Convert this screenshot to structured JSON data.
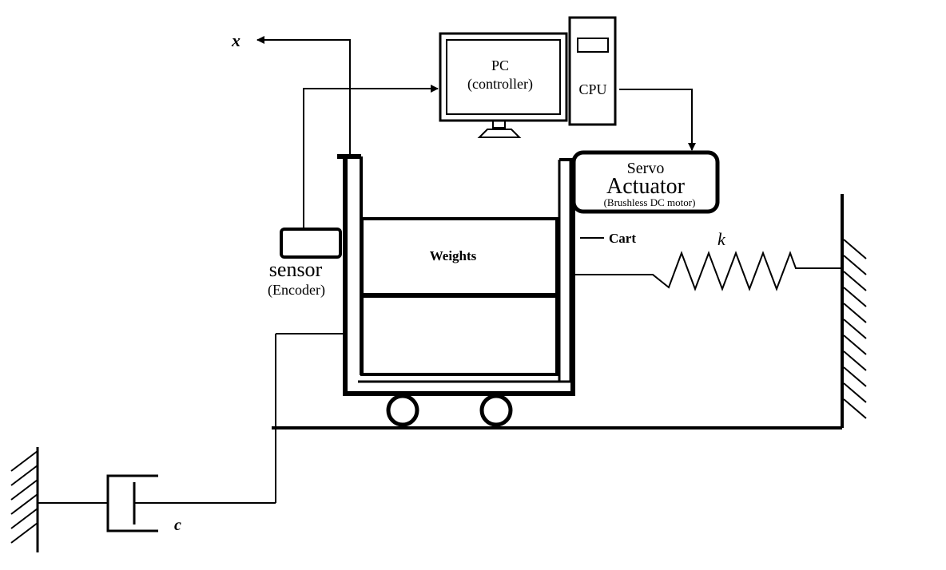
{
  "labels": {
    "x_axis": "x",
    "pc_line1": "PC",
    "pc_line2": "(controller)",
    "cpu": "CPU",
    "servo_line1": "Servo",
    "servo_line2": "Actuator",
    "servo_line3": "(Brushless DC motor)",
    "weights": "Weights",
    "cart": "Cart",
    "spring_k": "k",
    "sensor_line1": "sensor",
    "sensor_line2": "(Encoder)",
    "damper_c": "c"
  }
}
